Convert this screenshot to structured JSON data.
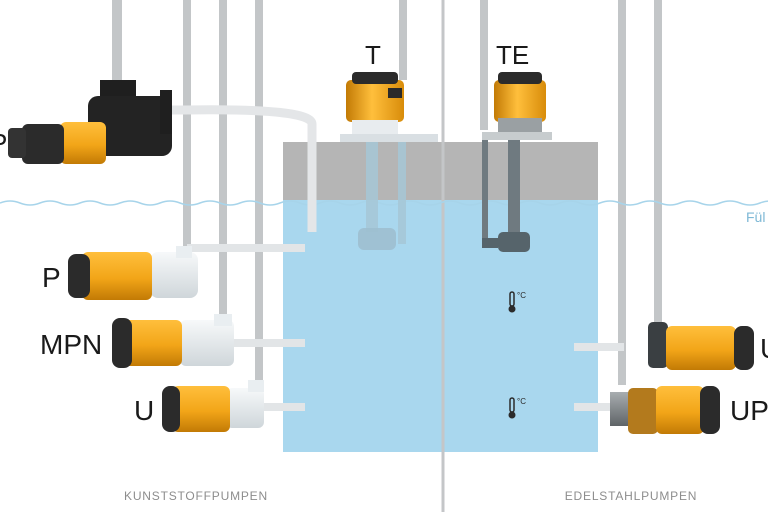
{
  "pump_labels": {
    "t": "T",
    "te": "TE",
    "p": "P",
    "mpn": "MPN",
    "u_left": "U",
    "u_right": "U",
    "up": "UP",
    "left_edge": "P"
  },
  "sections": {
    "left": "KUNSTSTOFFPUMPEN",
    "right": "EDELSTAHLPUMPEN"
  },
  "fill_level_label": "Fül",
  "temperature_unit": "°C",
  "colors": {
    "tank_water": "#a9d7ee",
    "tank_air": "#b5b5b5",
    "motor": "#f2a518",
    "motor_cap": "#2b2b2b",
    "plastic_pump": "#e9eef1",
    "steel_pump": "#8a8f92",
    "pipe": "#c3c6c8",
    "wave": "#a7d4ea",
    "label": "#1a1a1a",
    "section_label": "#8d8d8d"
  },
  "icons": [
    "thermometer-icon",
    "wave-line"
  ]
}
